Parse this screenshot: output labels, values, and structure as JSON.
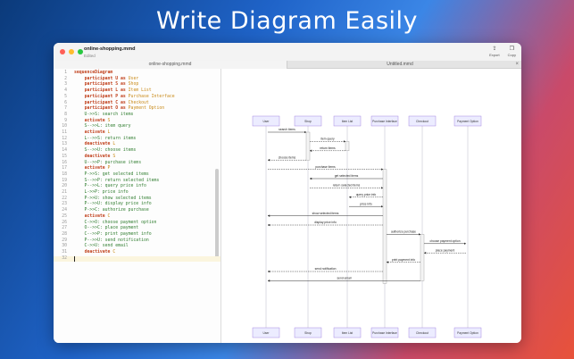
{
  "headline": "Write Diagram Easily",
  "window": {
    "title": "online-shopping.mmd",
    "subtitle": "Edited",
    "traffic_colors": [
      "#ff5f57",
      "#febc2e",
      "#28c840"
    ],
    "toolbar": [
      {
        "label": "Export",
        "icon": "share-icon",
        "glyph": "⇪"
      },
      {
        "label": "Copy",
        "icon": "copy-icon",
        "glyph": "❐"
      }
    ]
  },
  "tabs": [
    {
      "label": "online-shopping.mmd"
    },
    {
      "label": "Untitled.mmd"
    }
  ],
  "tab_close": "×",
  "code_lines": [
    [
      {
        "t": "sequenceDiagram",
        "c": "kw"
      }
    ],
    [
      {
        "t": "    "
      },
      {
        "t": "participant",
        "c": "kw"
      },
      {
        "t": " U as ",
        "c": "kw"
      },
      {
        "t": "User",
        "c": "val"
      }
    ],
    [
      {
        "t": "    "
      },
      {
        "t": "participant",
        "c": "kw"
      },
      {
        "t": " S as ",
        "c": "kw"
      },
      {
        "t": "Shop",
        "c": "val"
      }
    ],
    [
      {
        "t": "    "
      },
      {
        "t": "participant",
        "c": "kw"
      },
      {
        "t": " L as ",
        "c": "kw"
      },
      {
        "t": "Item List",
        "c": "val"
      }
    ],
    [
      {
        "t": "    "
      },
      {
        "t": "participant",
        "c": "kw"
      },
      {
        "t": " P as ",
        "c": "kw"
      },
      {
        "t": "Purchase Interface",
        "c": "val"
      }
    ],
    [
      {
        "t": "    "
      },
      {
        "t": "participant",
        "c": "kw"
      },
      {
        "t": " C as ",
        "c": "kw"
      },
      {
        "t": "Checkout",
        "c": "val"
      }
    ],
    [
      {
        "t": "    "
      },
      {
        "t": "participant",
        "c": "kw"
      },
      {
        "t": " O as ",
        "c": "kw"
      },
      {
        "t": "Payment Option",
        "c": "val"
      }
    ],
    [
      {
        "t": "    U->>S: search items"
      }
    ],
    [
      {
        "t": "    "
      },
      {
        "t": "activate",
        "c": "kw"
      },
      {
        "t": " S",
        "c": "val"
      }
    ],
    [
      {
        "t": "    S-->>L: item query"
      }
    ],
    [
      {
        "t": "    "
      },
      {
        "t": "activate",
        "c": "kw"
      },
      {
        "t": " L",
        "c": "val"
      }
    ],
    [
      {
        "t": "    L-->>S: return items"
      }
    ],
    [
      {
        "t": "    "
      },
      {
        "t": "deactivate",
        "c": "kw"
      },
      {
        "t": " L",
        "c": "val"
      }
    ],
    [
      {
        "t": "    S-->>U: choose items"
      }
    ],
    [
      {
        "t": "    "
      },
      {
        "t": "deactivate",
        "c": "kw"
      },
      {
        "t": " S",
        "c": "val"
      }
    ],
    [
      {
        "t": "    U-->>P: purchase items"
      }
    ],
    [
      {
        "t": "    "
      },
      {
        "t": "activate",
        "c": "kw"
      },
      {
        "t": " P",
        "c": "val"
      }
    ],
    [
      {
        "t": "    P->>S: get selected items"
      }
    ],
    [
      {
        "t": "    S-->>P: return selected items"
      }
    ],
    [
      {
        "t": "    P-->>L: query price info"
      }
    ],
    [
      {
        "t": "    L->>P: price info"
      }
    ],
    [
      {
        "t": "    P->>U: show selected items"
      }
    ],
    [
      {
        "t": "    P-->>U: display price info"
      }
    ],
    [
      {
        "t": "    P->>C: authorize purchase"
      }
    ],
    [
      {
        "t": "    "
      },
      {
        "t": "activate",
        "c": "kw"
      },
      {
        "t": " C",
        "c": "val"
      }
    ],
    [
      {
        "t": "    C->>O: choose payment option"
      }
    ],
    [
      {
        "t": "    O-->>C: place payment"
      }
    ],
    [
      {
        "t": "    C-->>P: print payment info"
      }
    ],
    [
      {
        "t": "    P-->>U: send notification"
      }
    ],
    [
      {
        "t": "    C->>U: send email"
      }
    ],
    [
      {
        "t": "    "
      },
      {
        "t": "deactivate",
        "c": "kw"
      },
      {
        "t": " C",
        "c": "val"
      }
    ],
    []
  ],
  "current_line": 32,
  "diagram": {
    "participants": [
      "User",
      "Shop",
      "Item List",
      "Purchase Interface",
      "Checkout",
      "Payment Option"
    ],
    "messages": [
      {
        "from": 0,
        "to": 1,
        "label": "search items",
        "dashed": false
      },
      {
        "from": 1,
        "to": 2,
        "label": "item query",
        "dashed": true
      },
      {
        "from": 2,
        "to": 1,
        "label": "return items",
        "dashed": true
      },
      {
        "from": 1,
        "to": 0,
        "label": "choose items",
        "dashed": true
      },
      {
        "from": 0,
        "to": 3,
        "label": "purchase items",
        "dashed": true
      },
      {
        "from": 3,
        "to": 1,
        "label": "get selected items",
        "dashed": false
      },
      {
        "from": 1,
        "to": 3,
        "label": "return selected items",
        "dashed": true
      },
      {
        "from": 3,
        "to": 2,
        "label": "query price info",
        "dashed": true
      },
      {
        "from": 2,
        "to": 3,
        "label": "price info",
        "dashed": false
      },
      {
        "from": 3,
        "to": 0,
        "label": "show selected items",
        "dashed": false
      },
      {
        "from": 3,
        "to": 0,
        "label": "display price info",
        "dashed": true
      },
      {
        "from": 3,
        "to": 4,
        "label": "authorize purchase",
        "dashed": false
      },
      {
        "from": 4,
        "to": 5,
        "label": "choose payment option",
        "dashed": false
      },
      {
        "from": 5,
        "to": 4,
        "label": "place payment",
        "dashed": true
      },
      {
        "from": 4,
        "to": 3,
        "label": "print payment info",
        "dashed": true
      },
      {
        "from": 3,
        "to": 0,
        "label": "send notification",
        "dashed": true
      },
      {
        "from": 4,
        "to": 0,
        "label": "send email",
        "dashed": false
      }
    ],
    "box_fill": "#ececff",
    "box_stroke": "#9370db"
  }
}
